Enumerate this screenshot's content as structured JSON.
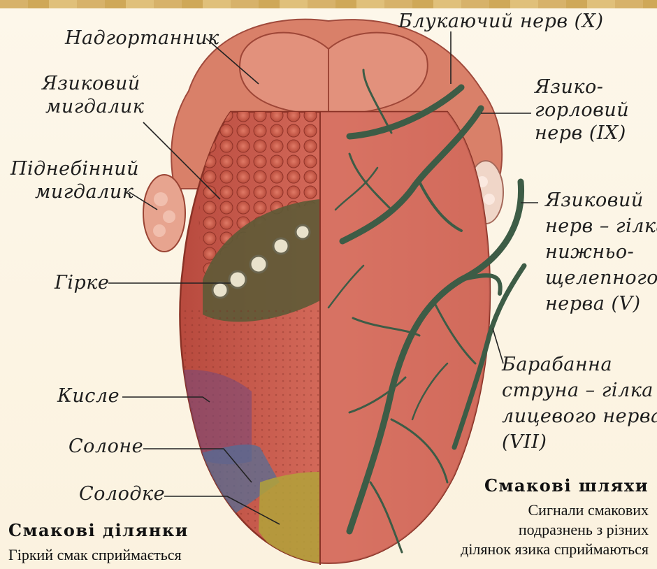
{
  "labels": {
    "epiglottis": "Надгортанник",
    "lingual_tonsil": [
      "Язиковий",
      "мигдалик"
    ],
    "palatine_tonsil": [
      "Піднебінний",
      "мигдалик"
    ],
    "bitter": "Гірке",
    "sour": "Кисле",
    "salty": "Солоне",
    "sweet": "Солодке",
    "vagus_nerve": "Блукаючий нерв (X)",
    "glossopharyngeal_nerve": [
      "Язико-",
      "горловий",
      "нерв (IX)"
    ],
    "lingual_nerve": [
      "Язиковий",
      "нерв – гілка",
      "нижньо-",
      "щелепного",
      "нерва (V)"
    ],
    "chorda_tympani": [
      "Барабанна",
      "струна – гілка",
      "лицевого нерва",
      "(VII)"
    ]
  },
  "left_caption": {
    "title": "Смакові ділянки",
    "text": "Гіркий смак сприймається"
  },
  "right_caption": {
    "title": "Смакові шляхи",
    "lines": [
      "Сигнали смакових",
      "подразнень з різних",
      "ділянок язика сприймаються"
    ]
  },
  "colors": {
    "tongue": "#c95a4a",
    "nerve": "#3d5c46",
    "sour_zone": "#7a4a7a",
    "salty_zone": "#4f6f9a",
    "sweet_zone": "#b1a23a",
    "bitter_zone": "#5a5a3a"
  }
}
